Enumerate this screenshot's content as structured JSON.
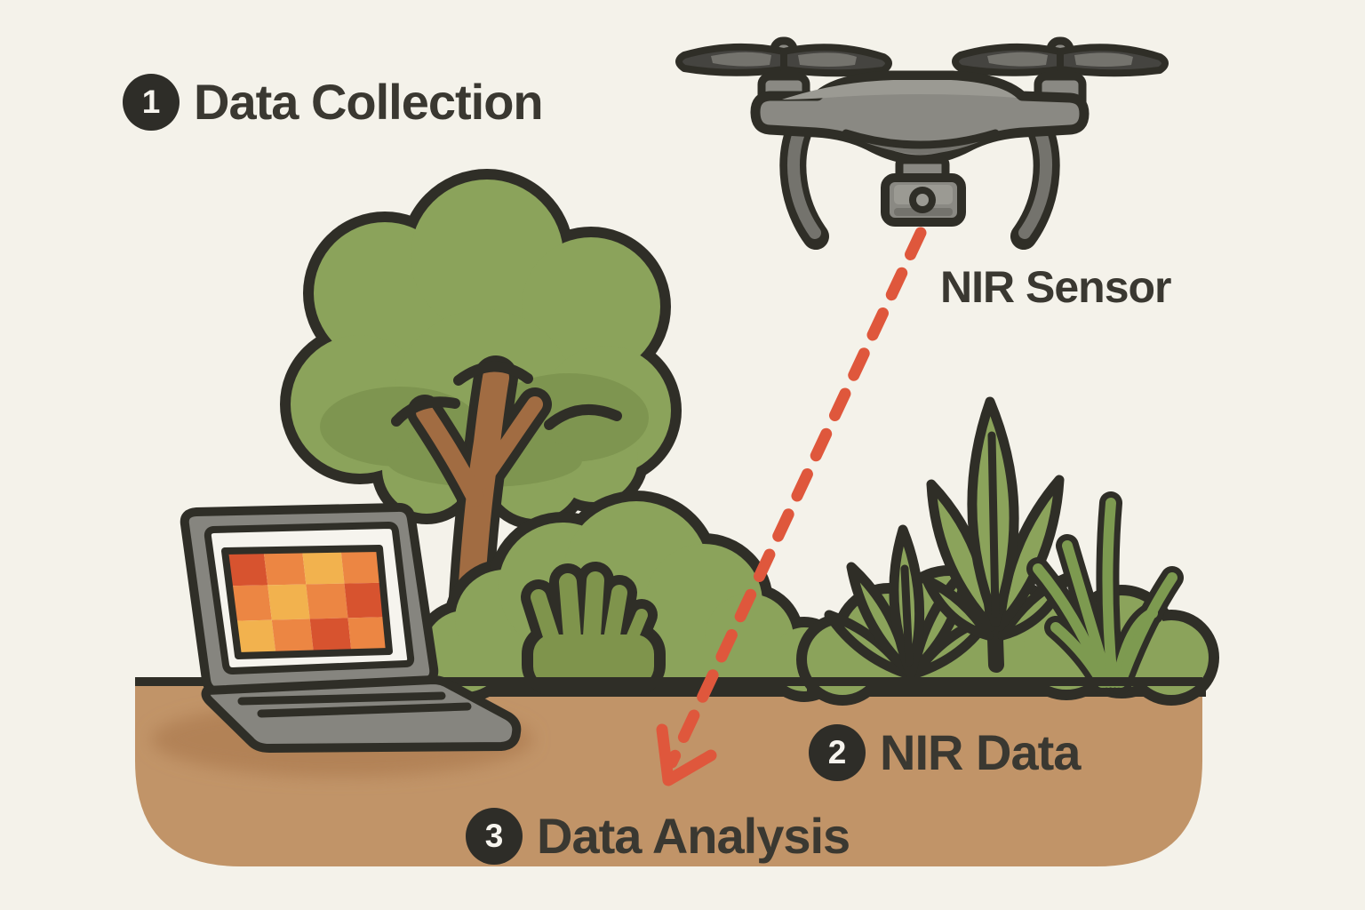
{
  "steps": [
    {
      "number": "1",
      "label": "Data Collection"
    },
    {
      "number": "2",
      "label": "NIR Data"
    },
    {
      "number": "3",
      "label": "Data Analysis"
    }
  ],
  "labels": {
    "nir_sensor": "NIR Sensor"
  },
  "scene_elements": {
    "drone": "quadcopter with NIR camera",
    "beam": "dashed arrow from drone sensor to ground",
    "laptop": "laptop showing NIR heatmap",
    "vegetation": "tree, bushes, leafy plants, grass on soil strip"
  },
  "heatmap": {
    "rows": 3,
    "cols": 4,
    "palette": {
      "red": "#d7532f",
      "orange": "#ec8643",
      "yellow": "#f2b24e"
    },
    "cells": [
      [
        "red",
        "orange",
        "yellow",
        "orange"
      ],
      [
        "orange",
        "yellow",
        "orange",
        "red"
      ],
      [
        "yellow",
        "orange",
        "red",
        "orange"
      ]
    ]
  },
  "colors": {
    "background": "#f4f2ea",
    "ground": "#c19468",
    "ground_shadow": "#b28257",
    "outline": "#2f2e27",
    "text": "#3a3831",
    "badge_bg": "#2e2d28",
    "badge_text": "#f7f5ef",
    "arrow": "#df573c",
    "tree_green": "#8ba35b",
    "tree_green_shade": "#7e9550",
    "bush_green": "#8ba35b",
    "bush_front": "#7f944c",
    "grass_green": "#7d9a50",
    "trunk": "#a16c42",
    "drone_gray": "#8a8983",
    "drone_gray_light": "#9b9a93",
    "drone_gray_dark": "#74736d",
    "blade_dark": "#454440",
    "laptop_gray": "#86857f",
    "screen_white": "#f6f4ee"
  }
}
